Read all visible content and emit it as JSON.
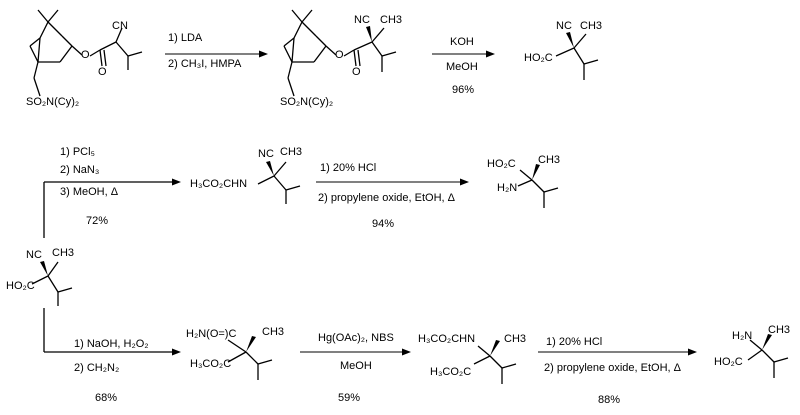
{
  "scheme": {
    "row1": {
      "sm_cn": "CN",
      "sm_o": "O",
      "sm_carbonyl_o": "O",
      "sm_sulfonamide": "SO₂N(Cy)₂",
      "step1_reagents": [
        "1) LDA",
        "2) CH₃I, HMPA"
      ],
      "int1_cn": "NC",
      "int1_me": "CH3",
      "int1_o": "O",
      "int1_carbonyl_o": "O",
      "int1_sulfonamide": "SO₂N(Cy)₂",
      "step2_reagents": [
        "KOH",
        "MeOH"
      ],
      "step2_yield": "96%",
      "acid_cn": "NC",
      "acid_me": "CH3",
      "acid_co2h": "HO₂C"
    },
    "row2": {
      "step3_reagents": [
        "1) PCl₅",
        "2) NaN₃",
        "3) MeOH, Δ"
      ],
      "step3_yield": "72%",
      "carbamate_cn": "NC",
      "carbamate_me": "CH3",
      "carbamate_nh": "H₃CO₂CHN",
      "step4_reagents": [
        "1) 20% HCl",
        "2) propylene oxide, EtOH, Δ"
      ],
      "step4_yield": "94%",
      "aa_co2h": "HO₂C",
      "aa_me": "CH3",
      "aa_nh2": "H₂N"
    },
    "branch": {
      "acid_cn": "NC",
      "acid_me": "CH3",
      "acid_co2h": "HO₂C"
    },
    "row3": {
      "step5_reagents": [
        "1) NaOH, H₂O₂",
        "2) CH₂N₂"
      ],
      "step5_yield": "68%",
      "amide_top": "H₂N(O=)C",
      "amide_me": "CH3",
      "amide_ester": "H₃CO₂C",
      "step6_reagents": [
        "Hg(OAc)₂, NBS",
        "MeOH"
      ],
      "step6_yield": "59%",
      "carb2_nh": "H₃CO₂CHN",
      "carb2_me": "CH3",
      "carb2_ester": "H₃CO₂C",
      "step7_reagents": [
        "1) 20% HCl",
        "2) propylene oxide, EtOH, Δ"
      ],
      "step7_yield": "88%",
      "aa2_nh2": "H₂N",
      "aa2_me": "CH3",
      "aa2_co2h": "HO₂C"
    }
  }
}
